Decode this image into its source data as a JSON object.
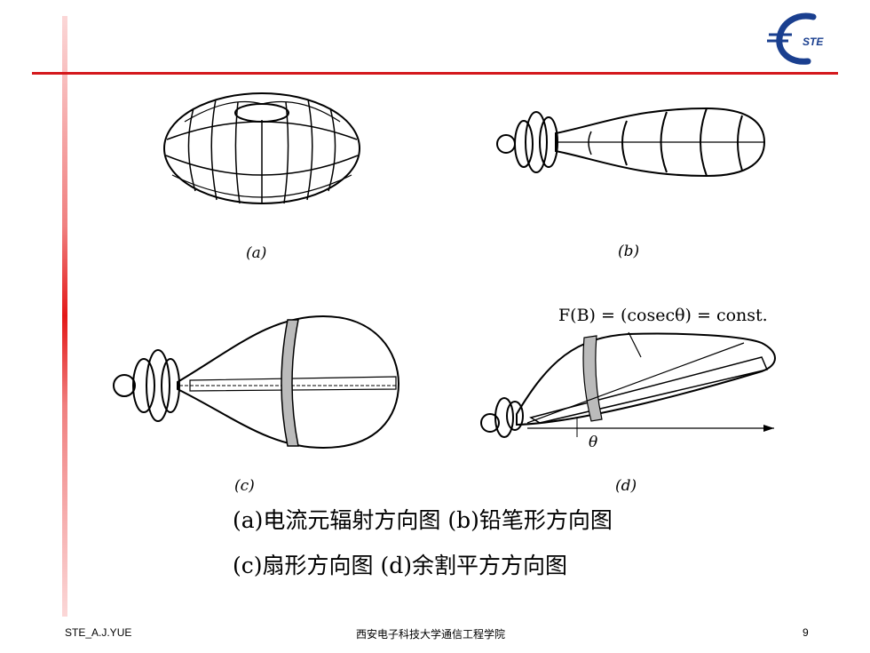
{
  "logo": {
    "text": "STE",
    "colors": {
      "ring": "#1a3f8f",
      "text": "#1a3f8f"
    }
  },
  "accent": {
    "rule": "#d4181c",
    "bar": "#e31818"
  },
  "captions": {
    "a": "(a)",
    "b": "(b)",
    "c": "(c)",
    "d": "(d)"
  },
  "formula": "F(B) = (cosecθ) = const.",
  "theta": "θ",
  "description": {
    "line1": "(a)电流元辐射方向图  (b)铅笔形方向图",
    "line2": "(c)扇形方向图    (d)余割平方方向图"
  },
  "footer": {
    "left": "STE_A.J.YUE",
    "center": "西安电子科技大学通信工程学院",
    "right": "9"
  }
}
